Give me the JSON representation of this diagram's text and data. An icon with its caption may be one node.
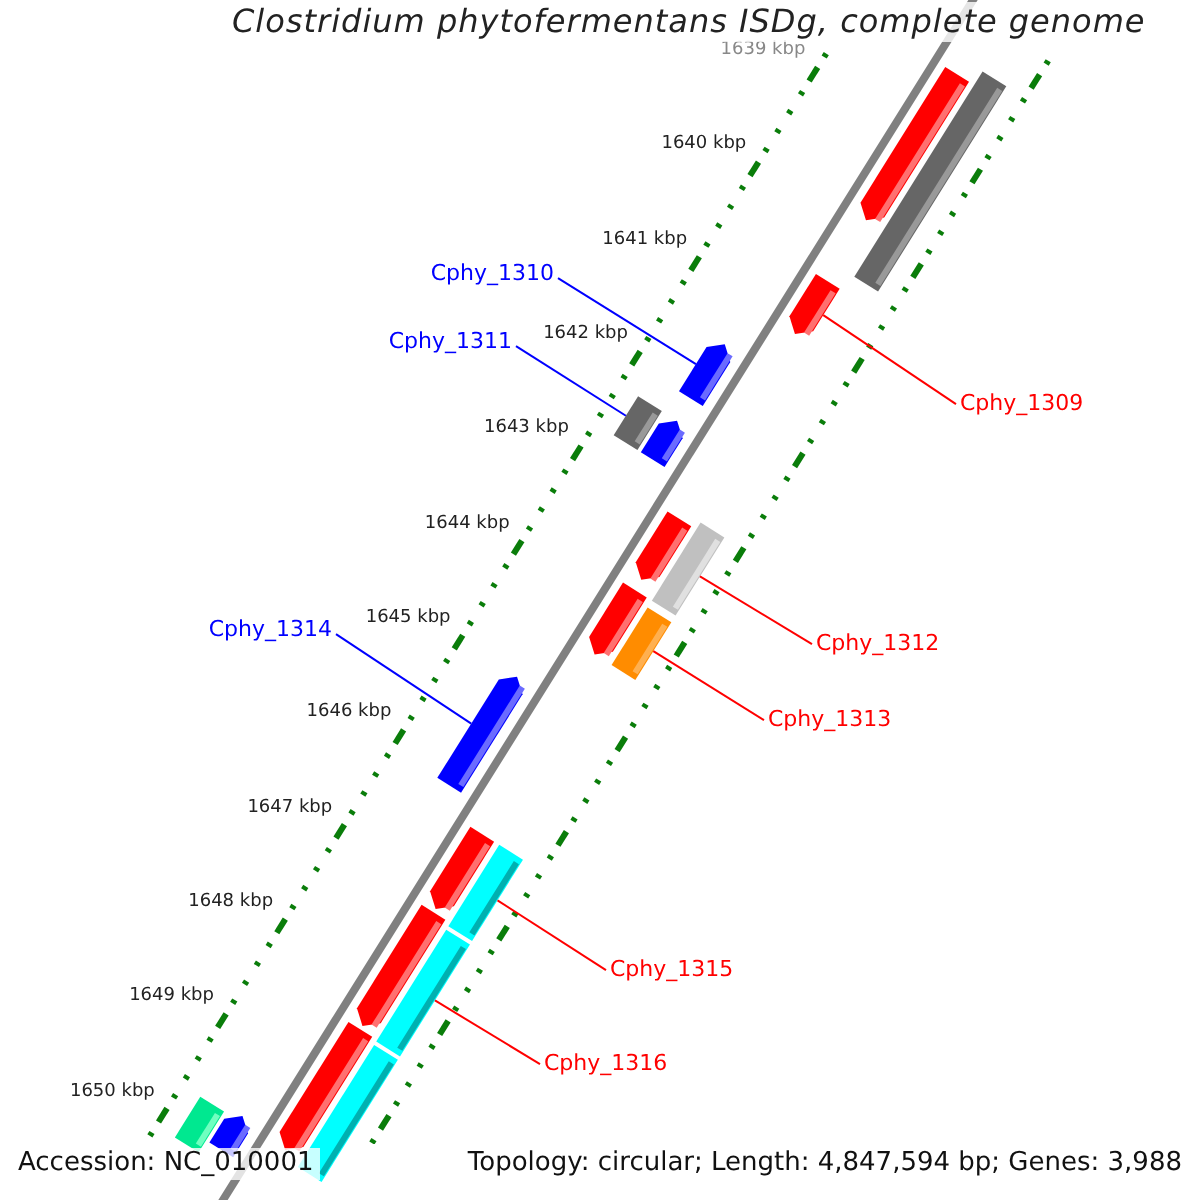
{
  "diagram": {
    "title": "Clostridium phytofermentans ISDg, complete genome",
    "nodes": [
      {
        "text": [],
        "shape": "bar"
      },
      {
        "text": [],
        "shape": "bar"
      },
      {
        "text": [],
        "shape": "bar"
      },
      {
        "text": [],
        "shape": "bar"
      },
      {
        "text": [],
        "shape": "bar"
      },
      {
        "text": [],
        "shape": "bar"
      },
      {
        "text": [],
        "shape": "bar"
      },
      {
        "text": [],
        "shape": "bar"
      },
      {
        "text": [],
        "shape": "bar"
      },
      {
        "text": [],
        "shape": "bar"
      },
      {
        "text": [],
        "shape": "bar"
      },
      {
        "text": [],
        "shape": "bar"
      },
      {
        "text": [],
        "shape": "bar"
      },
      {
        "text": [],
        "shape": "bar"
      },
      {
        "text": [],
        "shape": "bar"
      },
      {
        "text": [],
        "shape": "bar"
      },
      {
        "text": [],
        "shape": "bar"
      },
      {
        "text": [],
        "shape": "bar"
      },
      {
        "text": [],
        "shape": "bar"
      },
      {
        "text": [
          "Cphy_1310"
        ]
      },
      {
        "text": [
          "Cphy_1311"
        ]
      },
      {
        "text": [
          "Cphy_1309"
        ]
      },
      {
        "text": [
          "Cphy_1314"
        ]
      },
      {
        "text": [
          "Cphy_1312"
        ]
      },
      {
        "text": [
          "Cphy_1313"
        ]
      },
      {
        "text": [
          "Cphy_1315"
        ]
      },
      {
        "text": [
          "Cphy_1316"
        ]
      }
    ],
    "edges": [
      {
        "from": 19,
        "to": 3,
        "arrow": "none",
        "color": "#0000ff"
      },
      {
        "from": 20,
        "to": 4,
        "arrow": "none",
        "color": "#0000ff"
      },
      {
        "from": 21,
        "to": 2,
        "arrow": "none"
      },
      {
        "from": 22,
        "to": 10,
        "arrow": "none",
        "color": "#0000ff"
      },
      {
        "from": 23,
        "to": 7,
        "arrow": "none"
      },
      {
        "from": 24,
        "to": 9,
        "arrow": "none"
      },
      {
        "from": 25,
        "to": 12,
        "arrow": "none"
      },
      {
        "from": 26,
        "to": 14,
        "arrow": "none"
      }
    ],
    "labels": [
      "1639 kbp",
      "1640 kbp",
      "1641 kbp",
      "1642 kbp",
      "1643 kbp",
      "1644 kbp",
      "1645 kbp",
      "1646 kbp",
      "1647 kbp",
      "1648 kbp",
      "1649 kbp",
      "1650 kbp",
      "Accession: NC_010001",
      "Topology: circular; Length: 4,847,594 bp; Genes: 3,988"
    ]
  }
}
